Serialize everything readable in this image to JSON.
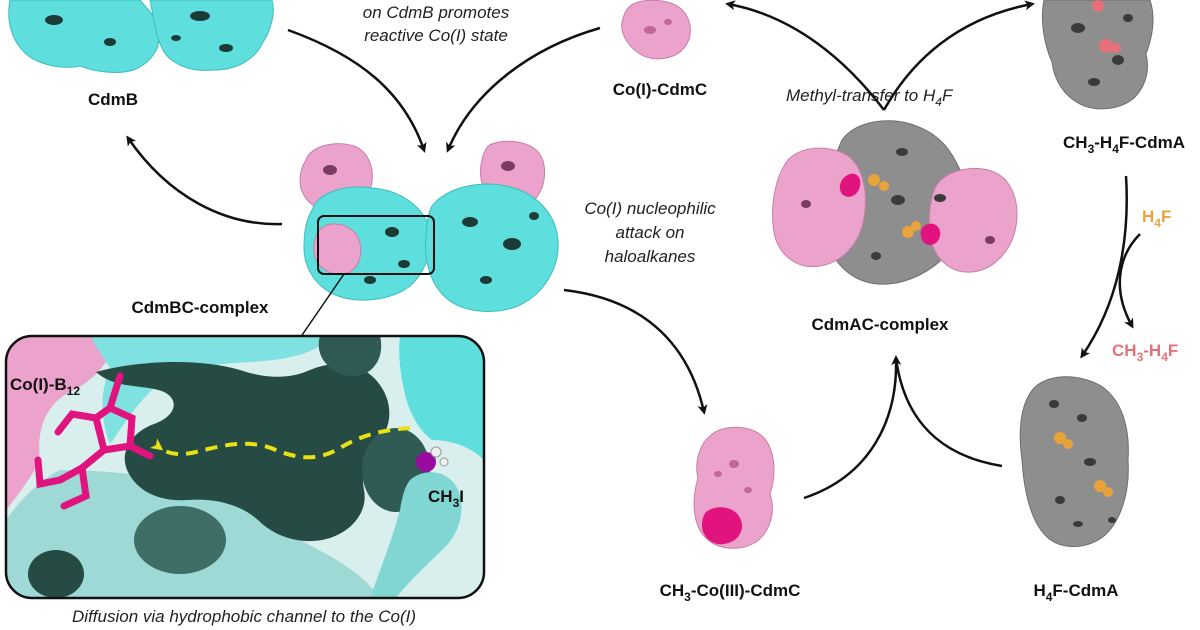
{
  "labels": {
    "cdmb": "CdmB",
    "co1_cdmc": "Co(I)-CdmC",
    "cdmbc_complex": "CdmBC-complex",
    "cdmac_complex": "CdmAC-complex",
    "ch3_h4f_cdma": {
      "a": "CH",
      "s1": "3",
      "b": "-H",
      "s2": "4",
      "c": "F-CdmA"
    },
    "h4f_cdma": {
      "a": "H",
      "s1": "4",
      "c": "F-CdmA"
    },
    "ch3_co3_cdmc": {
      "a": "CH",
      "s1": "3",
      "c": "-Co(III)-CdmC"
    },
    "h4f_in": {
      "a": "H",
      "s1": "4",
      "c": "F"
    },
    "ch3_h4f_out": {
      "a": "CH",
      "s1": "3",
      "b": "-H",
      "s2": "4",
      "c": "F"
    },
    "co1_b12": {
      "a": "Co(I)-B",
      "s1": "12"
    },
    "ch3i": {
      "a": "CH",
      "s1": "3",
      "c": "I"
    }
  },
  "annotations": {
    "promotes_line1": "on CdmB promotes",
    "promotes_line2": "reactive Co(I) state",
    "methyl_transfer": {
      "a": "Methyl-transfer to H",
      "s1": "4",
      "c": "F"
    },
    "nucleophilic_line1": "Co(I) nucleophilic",
    "nucleophilic_line2": "attack on",
    "nucleophilic_line3": "haloalkanes",
    "diffusion": "Diffusion via hydrophobic channel to the Co(I)"
  },
  "colors": {
    "cyan_protein": "#5fdede",
    "pink_protein": "#eba3cc",
    "gray_protein": "#8e8e8e",
    "dark_teal": "#264a44",
    "magenta_b12": "#e0137f",
    "h4f_orange": "#e8a43a",
    "ch3_salmon": "#e8707a",
    "yellow_path": "#e8e214",
    "iodine_purple": "#9a0a9e"
  }
}
